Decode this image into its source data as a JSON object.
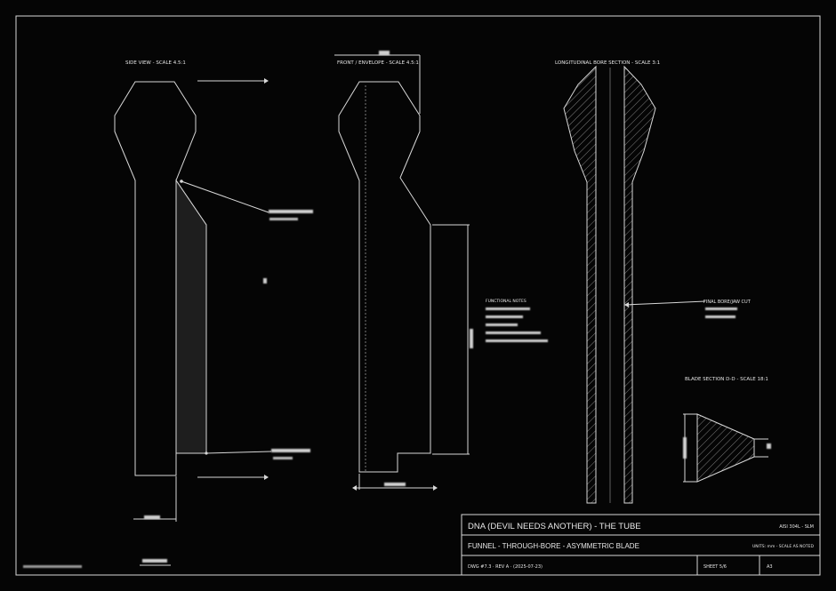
{
  "views": {
    "side": "SIDE VIEW - SCALE 4.5:1",
    "front": "FRONT / ENVELOPE - SCALE 4.5:1",
    "section": "LONGITUDINAL BORE SECTION - SCALE 3:1",
    "blade": "BLADE SECTION D-D - SCALE 18:1"
  },
  "notes": {
    "final_bore": "FINAL BORE/JAW CUT",
    "functional": "FUNCTIONAL NOTES"
  },
  "title_block": {
    "title": "DNA (DEVIL NEEDS ANOTHER) - THE TUBE",
    "material": "AISI 304L - SLM",
    "subtitle": "FUNNEL - THROUGH-BORE - ASYMMETRIC BLADE",
    "units": "UNITS: mm - SCALE AS NOTED",
    "dwg": "DWG #7.3 · REV A · (2025-07-23)",
    "sheet": "SHEET 5/6",
    "size": "A3"
  }
}
